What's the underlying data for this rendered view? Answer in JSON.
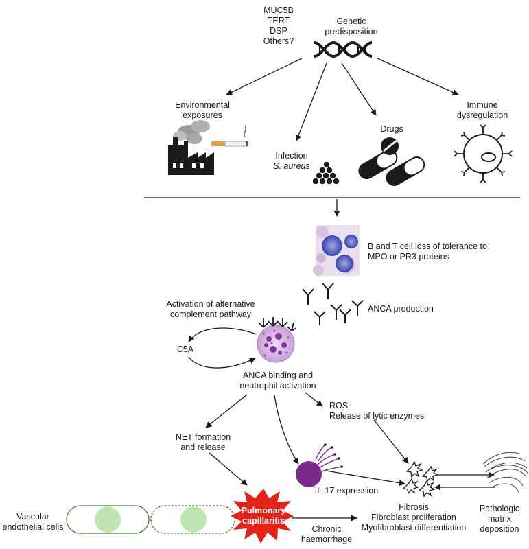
{
  "genes": [
    "MUC5B",
    "TERT",
    "DSP",
    "Others?"
  ],
  "genetic": [
    "Genetic",
    "predisposition"
  ],
  "environmental": [
    "Environmental",
    "exposures"
  ],
  "infection": "Infection",
  "pathogen": "S. aureus",
  "drugs": "Drugs",
  "immune": [
    "Immune",
    "dysregulation"
  ],
  "loss_of_tolerance": [
    "B and T cell loss of tolerance to",
    "MPO or PR3 proteins"
  ],
  "anca_production": "ANCA production",
  "complement": [
    "Activation of alternative",
    "complement pathway"
  ],
  "c5a": "C5A",
  "anca_binding": [
    "ANCA binding and",
    "neutrophil activation"
  ],
  "ros": [
    "ROS",
    "Release of lytic enzymes"
  ],
  "net": [
    "NET formation",
    "and release"
  ],
  "il17": "IL-17 expression",
  "fibrosis": [
    "Fibrosis",
    "Fibroblast proliferation",
    "Myofibroblast differentiation"
  ],
  "matrix": [
    "Pathologic",
    "matrix",
    "deposition"
  ],
  "vascular": [
    "Vascular",
    "endothelial cells"
  ],
  "capillaritis": [
    "Pulmonary",
    "capillaritis"
  ],
  "haemorrhage": [
    "Chronic",
    "haemorrhage"
  ],
  "colors": {
    "arrow": "#1a1a1a",
    "burst": "#e2231a",
    "cell_fill": "#bfe5b5",
    "cell_border": "#4a7a3a",
    "purple": "#7a2a8c",
    "neutrophil": "#b88ccf"
  }
}
